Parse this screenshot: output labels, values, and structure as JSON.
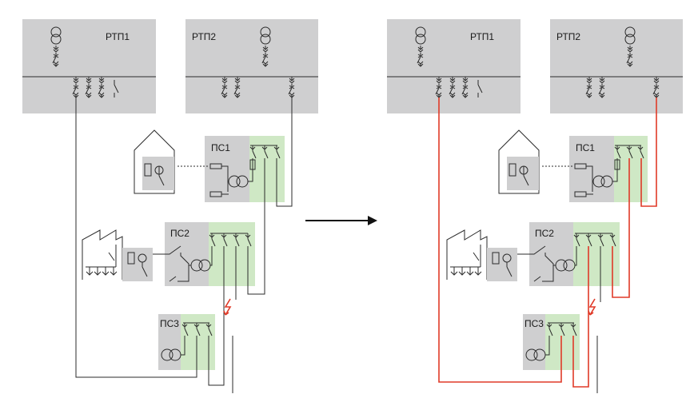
{
  "colors": {
    "panel_gray": "#cfcfd0",
    "panel_green": "#cfe8c5",
    "wire": "#2b2b2b",
    "fault_red": "#e03a28"
  },
  "before": {
    "rtp1_label": "РТП1",
    "rtp2_label": "РТП2",
    "ps1_label": "ПС1",
    "ps2_label": "ПС2",
    "ps3_label": "ПС3"
  },
  "after": {
    "rtp1_label": "РТП1",
    "rtp2_label": "РТП2",
    "ps1_label": "ПС1",
    "ps2_label": "ПС2",
    "ps3_label": "ПС3"
  },
  "icons": {
    "transformer": "transformer-icon",
    "switch": "switch-icon",
    "fault": "fault-lightning-icon",
    "house": "house-icon",
    "factory": "factory-icon",
    "arrow": "arrow-right-icon"
  }
}
